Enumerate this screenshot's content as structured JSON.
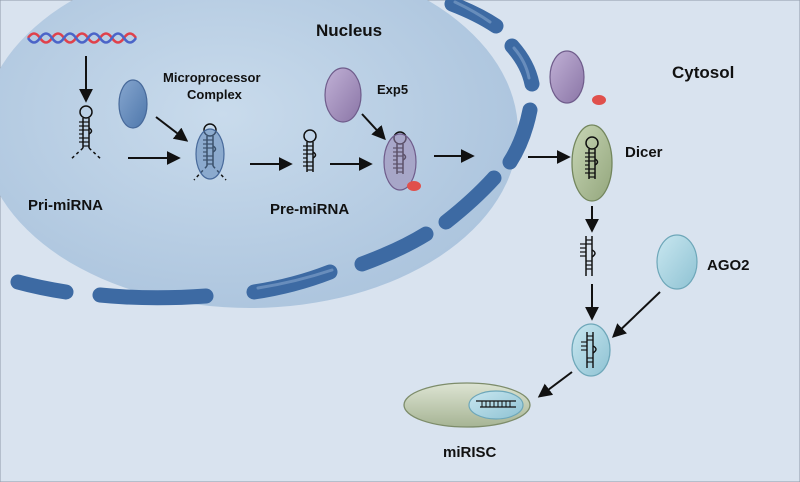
{
  "labels": {
    "nucleus": "Nucleus",
    "cytosol": "Cytosol",
    "microprocessor_line1": "Microprocessor",
    "microprocessor_line2": "Complex",
    "exp5": "Exp5",
    "dicer": "Dicer",
    "pri_mirna": "Pri-miRNA",
    "pre_mirna": "Pre-miRNA",
    "ago2": "AGO2",
    "mirisc": "miRISC"
  },
  "colors": {
    "cytosol_bg": "#d9e3ef",
    "nucleus_fill": "#b9cfe4",
    "nuclear_envelope": "#3d6aa3",
    "dna_red": "#e0414b",
    "dna_blue": "#4b64c8",
    "microprocessor": "#5f86b8",
    "exp5": "#9a86b3",
    "ran_gtp": "#e0504c",
    "dicer": "#a9bb93",
    "ago2": "#9fcfdc",
    "mirisc": "#b4c0a4"
  }
}
